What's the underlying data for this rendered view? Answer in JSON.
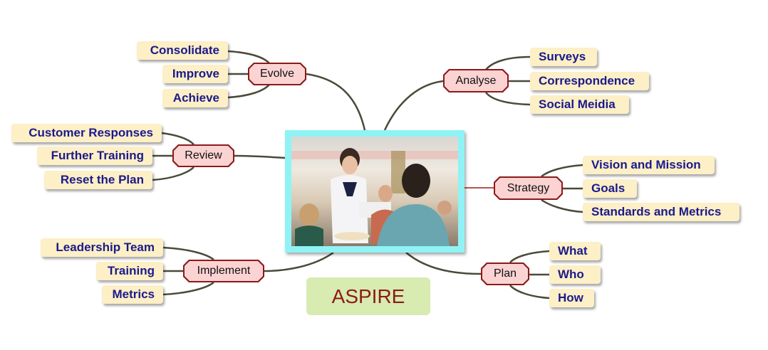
{
  "title": "ASPIRE",
  "center_image": "restaurant-service-photo",
  "branches": [
    {
      "label": "Evolve",
      "children": [
        "Consolidate",
        "Improve",
        "Achieve"
      ]
    },
    {
      "label": "Analyse",
      "children": [
        "Surveys",
        "Correspondence",
        "Social Meidia"
      ]
    },
    {
      "label": "Review",
      "children": [
        "Customer Responses",
        "Further Training",
        "Reset the Plan"
      ]
    },
    {
      "label": "Strategy",
      "children": [
        "Vision and Mission",
        "Goals",
        "Standards and Metrics"
      ]
    },
    {
      "label": "Implement",
      "children": [
        "Leadership Team",
        "Training",
        "Metrics"
      ]
    },
    {
      "label": "Plan",
      "children": [
        "What",
        "Who",
        "How"
      ]
    }
  ],
  "colors": {
    "node_fill": "#fbd3d3",
    "node_border": "#8b1a1a",
    "leaf_fill": "#fdefc6",
    "leaf_text": "#1a1a8c",
    "frame": "#8ff3f5",
    "title_bg": "#d8ebb0"
  }
}
